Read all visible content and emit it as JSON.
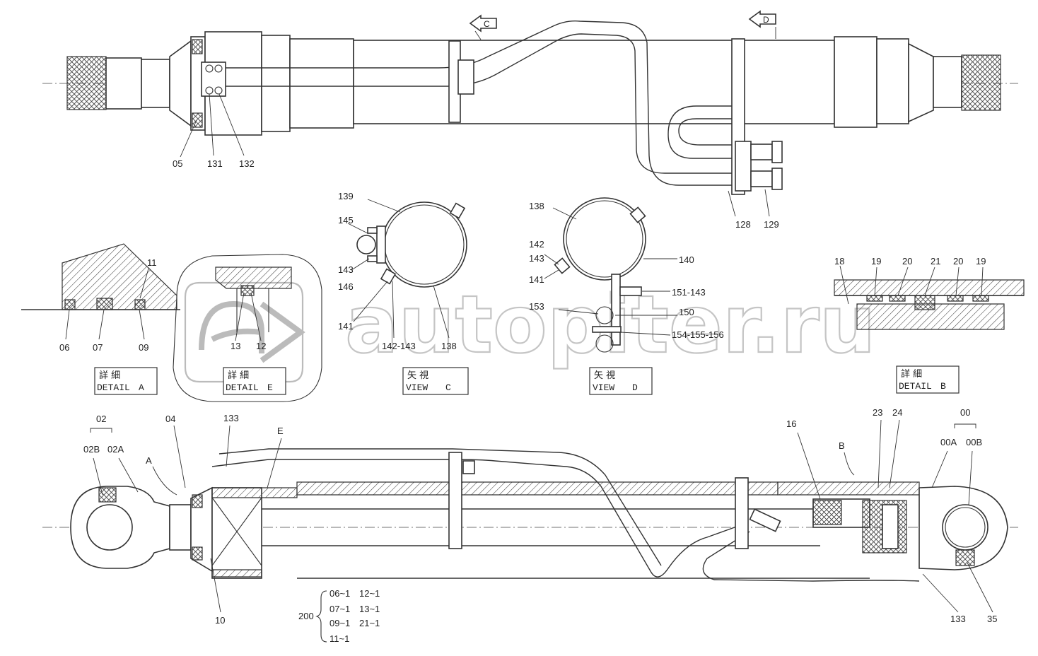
{
  "watermark": "autopiter.ru",
  "top_view": {
    "arrow_c": "C",
    "arrow_d": "D",
    "callouts": [
      "05",
      "131",
      "132",
      "128",
      "129"
    ]
  },
  "detail_a": {
    "callouts": [
      "11",
      "06",
      "07",
      "09"
    ],
    "caption_jp": "詳 細",
    "caption_en": "DETAIL",
    "caption_letter": "A"
  },
  "detail_e": {
    "callouts": [
      "13",
      "12"
    ],
    "caption_jp": "詳 細",
    "caption_en": "DETAIL",
    "caption_letter": "E"
  },
  "view_c": {
    "callouts": [
      "139",
      "145",
      "143",
      "146",
      "141",
      "142-143",
      "138"
    ],
    "caption_jp": "矢 視",
    "caption_en": "VIEW",
    "caption_letter": "C"
  },
  "view_d": {
    "callouts": [
      "138",
      "142",
      "143",
      "141",
      "140",
      "151-143",
      "153",
      "150",
      "154-155-156"
    ],
    "caption_jp": "矢 視",
    "caption_en": "VIEW",
    "caption_letter": "D"
  },
  "detail_b": {
    "callouts": [
      "18",
      "19",
      "20",
      "21",
      "20",
      "19"
    ],
    "caption_jp": "詳 細",
    "caption_en": "DETAIL",
    "caption_letter": "B"
  },
  "bottom_view": {
    "callouts": [
      "02",
      "02B",
      "02A",
      "A",
      "04",
      "133",
      "E",
      "B",
      "16",
      "23",
      "24",
      "00",
      "00A",
      "00B",
      "10",
      "133",
      "35"
    ],
    "kit_number": "200",
    "kit_items": [
      [
        "06~1",
        "12~1"
      ],
      [
        "07~1",
        "13~1"
      ],
      [
        "09~1",
        "21~1"
      ],
      [
        "11~1",
        ""
      ]
    ]
  }
}
